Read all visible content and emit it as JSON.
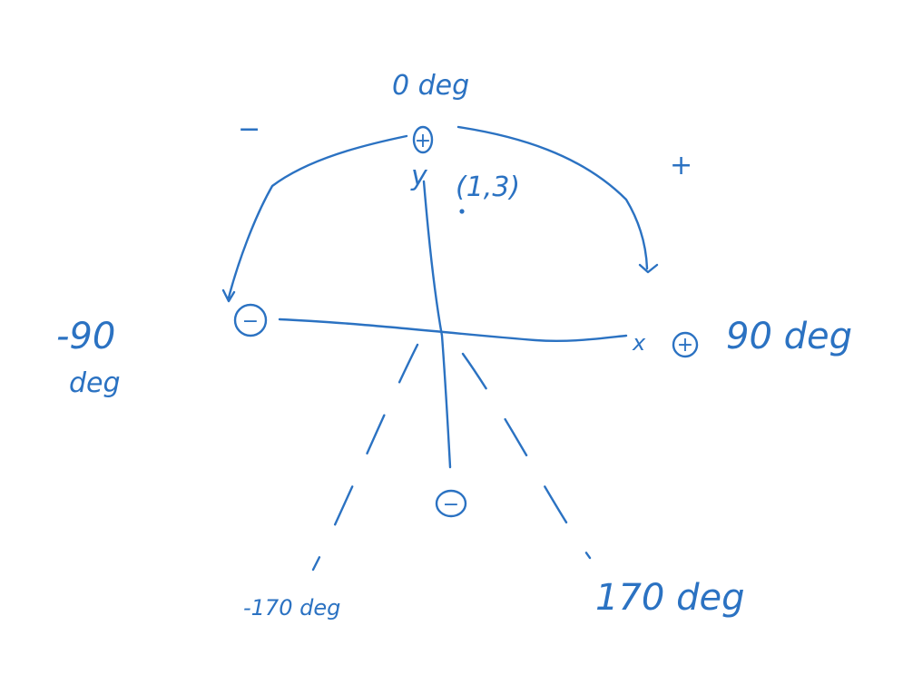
{
  "diagram": {
    "ink_color": "#2b72c2",
    "labels": {
      "top": "0 deg",
      "right": "90 deg",
      "left_line1": "-90",
      "left_line2": "deg",
      "bottom_left": "-170 deg",
      "bottom_right": "170 deg",
      "point": "(1,3)",
      "axis_x": "x",
      "axis_y": "y",
      "minus_sign": "−",
      "plus_sign": "+",
      "circle_plus": "+",
      "circle_minus": "−"
    }
  }
}
